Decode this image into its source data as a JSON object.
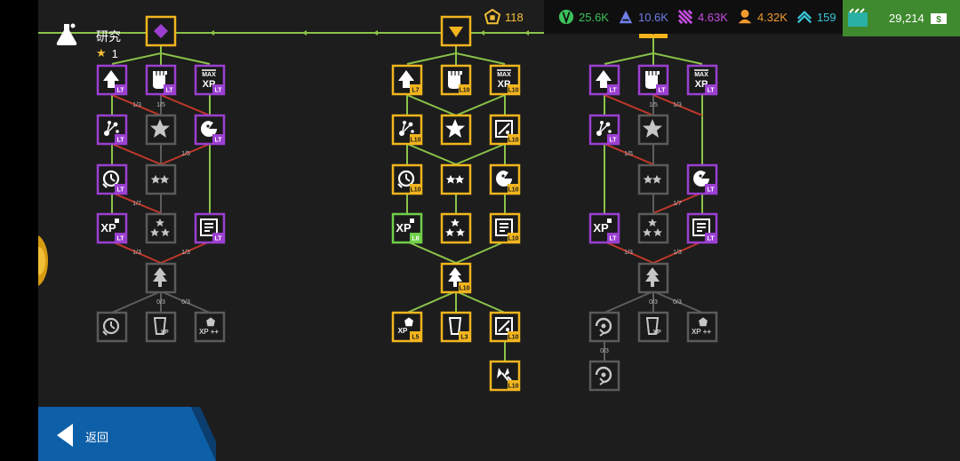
{
  "header": {
    "title": "研究",
    "star_level": "1",
    "research_points": "118",
    "resources": [
      {
        "name": "green-resource",
        "value": "25.6K",
        "color": "#3cc25a"
      },
      {
        "name": "blue-resource",
        "value": "10.6K",
        "color": "#6f7fe8"
      },
      {
        "name": "purple-resource",
        "value": "4.63K",
        "color": "#c44de0"
      },
      {
        "name": "orange-resource",
        "value": "4.32K",
        "color": "#f29a2e"
      },
      {
        "name": "cyan-resource",
        "value": "159",
        "color": "#37c6d8"
      }
    ],
    "cash": "29,214"
  },
  "back_label": "返回",
  "colors": {
    "purple": "#9b3fd1",
    "gold": "#f2b51e",
    "green": "#6fcf48",
    "gray": "#5b5b5b",
    "line_green": "#8bc34a",
    "line_red": "#c0392b",
    "line_gray": "#5e5e5e"
  },
  "counts": {
    "c1": "1/3",
    "c2": "1/5",
    "c3": "1/5",
    "c4": "1/7",
    "c5": "1/3",
    "c6": "1/3",
    "c7": "0/3",
    "c8": "0/3",
    "c9": "1/5",
    "c10": "1/3",
    "c11": "1/5",
    "c12": "1/7",
    "c13": "1/3",
    "c14": "1/3",
    "c15": "0/3",
    "c16": "0/3",
    "c17": "0/3"
  },
  "levels": {
    "lt": "LT",
    "l10": "L10",
    "l7": "L7",
    "l8": "L8",
    "l5": "L5",
    "l3": "L3"
  },
  "labels": {
    "xp": "XP",
    "xp_plus": "XP ++",
    "max": "MAX"
  }
}
